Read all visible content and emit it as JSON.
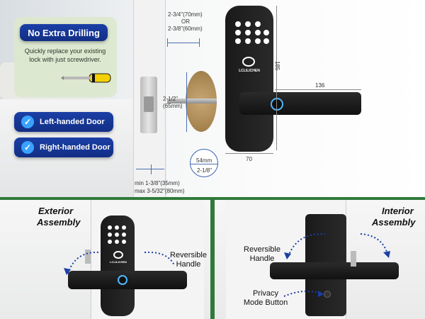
{
  "banner": {
    "title": "No Extra Drilling",
    "subtitle": "Quickly replace your existing lock with just  screwdriver."
  },
  "door_options": [
    {
      "label": "Left-handed Door"
    },
    {
      "label": "Right-handed Door"
    }
  ],
  "dimensions": {
    "backset_line1": "2-3/4\"(70mm)",
    "backset_line2": "OR",
    "backset_line3": "2-3/8\"(60mm)",
    "bore_height_line1": "2-1/2\"",
    "bore_height_line2": "(65mm)",
    "lock_height": "185",
    "handle_length": "136",
    "lock_width": "70",
    "cross_bore_mm": "54mm",
    "cross_bore_in": "2-1/8\"",
    "door_thickness_min": "min 1-3/8\"(35mm)",
    "door_thickness_max": "max 3-5/32\"(80mm)"
  },
  "brand": {
    "logo_text": "LCLILICHEN"
  },
  "exterior": {
    "title_line1": "Exterior",
    "title_line2": "Assembly",
    "callout_line1": "Reversible",
    "callout_line2": "Handle",
    "logo_text": "LCLILICHEN"
  },
  "interior": {
    "title_line1": "Interior",
    "title_line2": "Assembly",
    "callout_handle_line1": "Reversible",
    "callout_handle_line2": "Handle",
    "callout_button_line1": "Privacy",
    "callout_button_line2": "Mode Button"
  },
  "colors": {
    "accent_blue": "#1b3fa6",
    "divider_green": "#2f7a3a",
    "fingerprint_ring": "#4fb8ff"
  },
  "icons": [
    "check-icon",
    "screwdriver-icon",
    "fingerprint-icon",
    "keypad-icon",
    "reverse-arrow-icon"
  ]
}
